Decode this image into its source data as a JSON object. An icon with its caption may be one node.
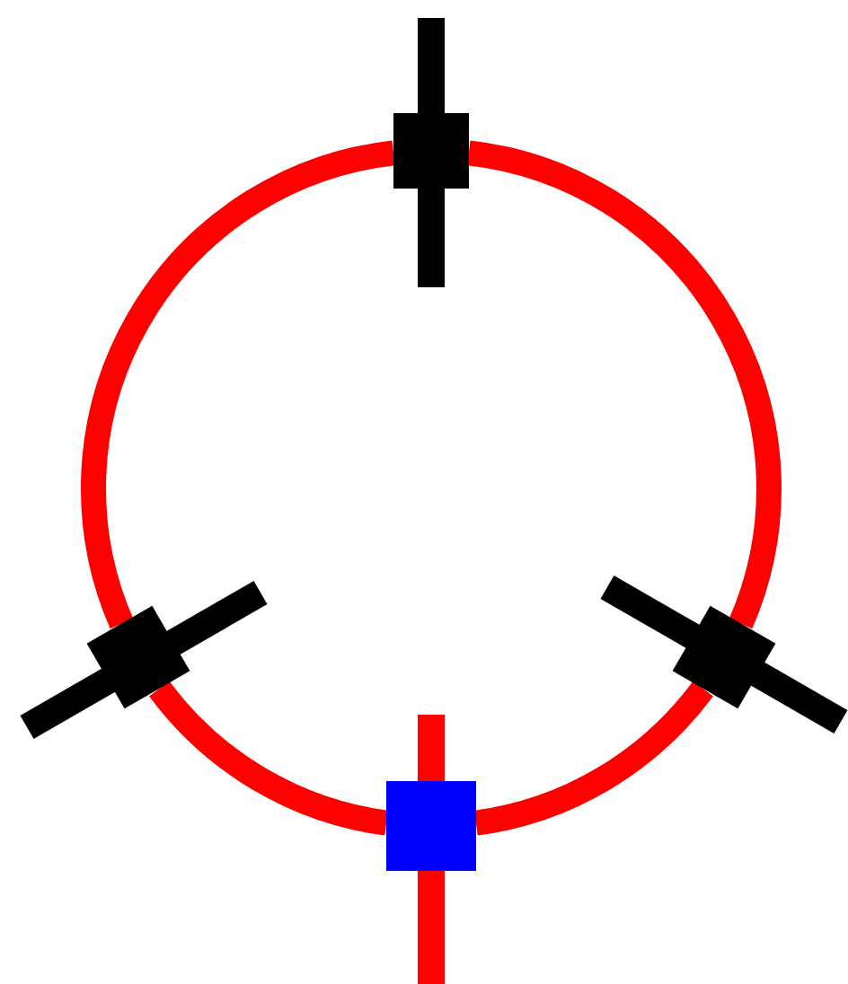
{
  "diagram": {
    "nodes": [
      {
        "text": [],
        "shape": "box"
      },
      {
        "text": [],
        "shape": "box"
      },
      {
        "text": [],
        "shape": "box"
      },
      {
        "text": [],
        "shape": "box"
      }
    ],
    "edges": [
      {
        "from": 0,
        "to": 2,
        "arrow": "none"
      },
      {
        "from": 2,
        "to": 3,
        "arrow": "none"
      },
      {
        "from": 3,
        "to": 1,
        "arrow": "none"
      },
      {
        "from": 1,
        "to": 0,
        "arrow": "none"
      }
    ]
  }
}
